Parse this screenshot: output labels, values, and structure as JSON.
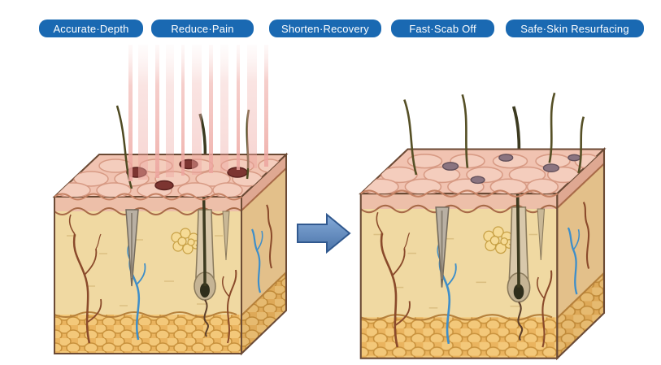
{
  "page": {
    "background": "#ffffff",
    "description_labels_count": 5
  },
  "benefits": {
    "items": [
      {
        "label": "Accurate·Depth"
      },
      {
        "label": "Reduce·Pain"
      },
      {
        "label": "Shorten·Recovery"
      },
      {
        "label": "Fast·Scab Off"
      },
      {
        "label": "Safe·Skin Resurfacing"
      }
    ],
    "pill_background": "#1a69b2",
    "pill_text_color": "#ffffff"
  },
  "illustration": {
    "left_block": "skin-cross-section-during-laser-treatment",
    "right_block": "skin-cross-section-after-healing",
    "laser_beams": "fractional-laser-beams",
    "transition": "arrow-right-icon",
    "colors": {
      "laser_beam": "#eda49e",
      "arrow_fill": "#5b87c5",
      "arrow_outline": "#31598f",
      "epidermis": "#f1c3b1",
      "dermis": "#f0d9a2",
      "fat_layer": "#eab45f",
      "scab_spot": "#7c3531",
      "healed_spot": "#8a7480",
      "blood_vessel": "#8a4a2b",
      "vein": "#3e8ec9"
    }
  }
}
